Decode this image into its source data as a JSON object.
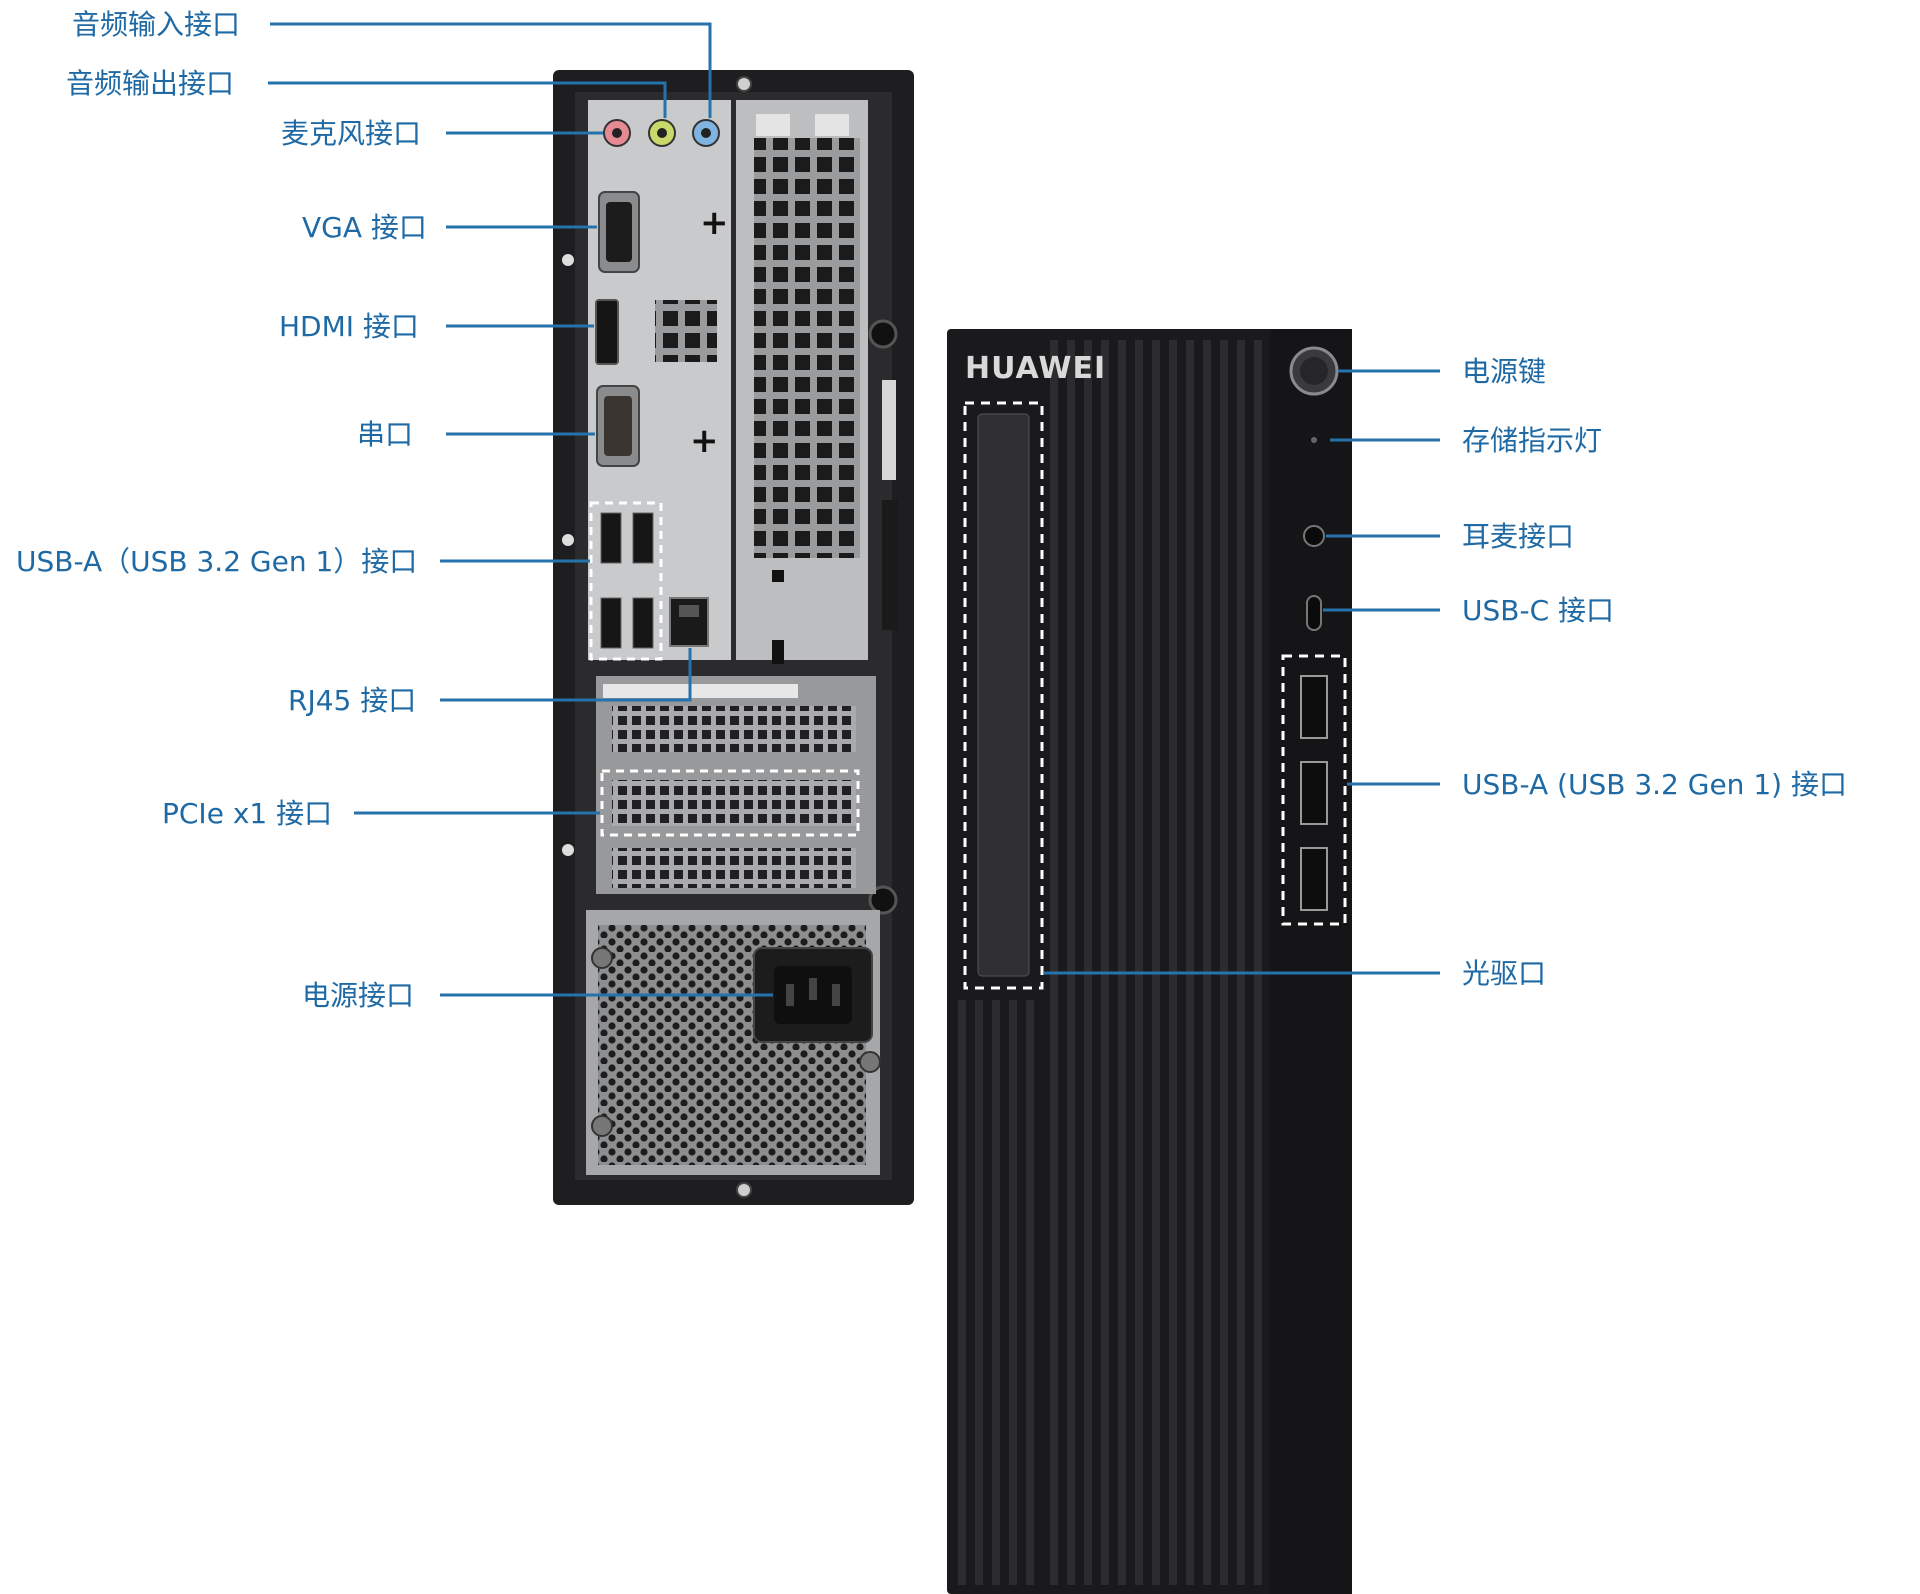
{
  "rear_panel": {
    "labels": {
      "audio_in": "音频输入接口",
      "audio_out": "音频输出接口",
      "mic": "麦克风接口",
      "vga": "VGA 接口",
      "hdmi": "HDMI 接口",
      "serial": "串口",
      "usb_a": "USB-A（USB 3.2 Gen 1）接口",
      "rj45": "RJ45 接口",
      "pcie": "PCIe x1 接口",
      "power_in": "电源接口"
    }
  },
  "front_panel": {
    "brand": "HUAWEI",
    "labels": {
      "power_button": "电源键",
      "storage_led": "存储指示灯",
      "headset": "耳麦接口",
      "usb_c": "USB-C 接口",
      "usb_a": "USB-A (USB 3.2 Gen 1) 接口",
      "optical": "光驱口"
    }
  },
  "colors": {
    "label_text": "#1f6aa5",
    "leader_line": "#2672ad",
    "chassis": "#1e1e20",
    "io_plate": "#c9cacc",
    "audio_pink": "#e58a94",
    "audio_green": "#c8d86a",
    "audio_blue": "#7fb3e0"
  }
}
